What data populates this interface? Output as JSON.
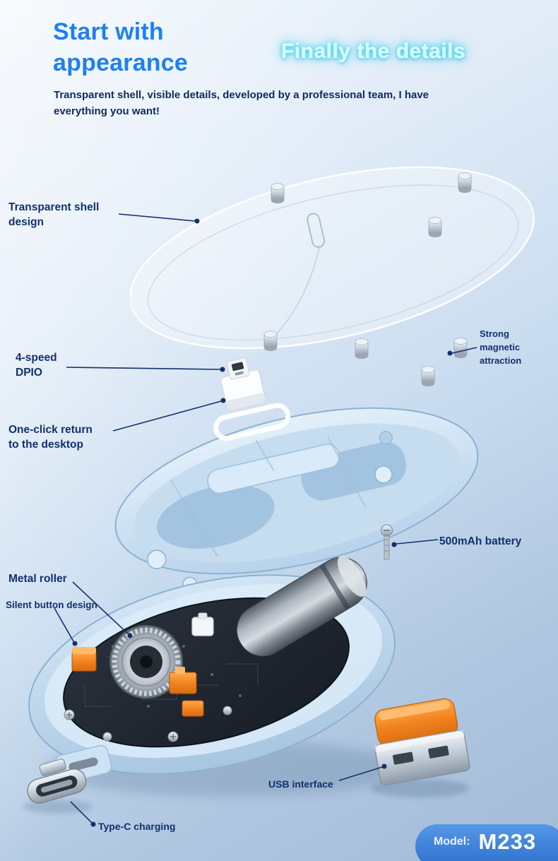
{
  "header": {
    "title": "Start with\nappearance",
    "subtitle": "Finally the details",
    "description": "Transparent shell, visible details, developed by a professional team, I have\neverything you want!"
  },
  "callouts": {
    "transparent_shell": {
      "label": "Transparent shell\ndesign"
    },
    "dpi": {
      "label": "4-speed\nDPIO"
    },
    "magnetic": {
      "label": "Strong\nmagnetic\nattraction"
    },
    "one_click": {
      "label": "One-click return\nto the desktop"
    },
    "battery": {
      "label": "500mAh battery"
    },
    "metal_roller": {
      "label": "Metal roller"
    },
    "silent_button": {
      "label": "Silent button design"
    },
    "usb": {
      "label": "USB interface"
    },
    "type_c": {
      "label": "Type-C charging"
    }
  },
  "model_badge": {
    "label": "Model:",
    "value": "M233"
  },
  "colors": {
    "headline_blue": "#1e80f0",
    "glow_cyan": "#7ff1ef",
    "label_navy": "#13306e",
    "badge_blue": "#3079d5",
    "accent_orange": "#f08424"
  }
}
